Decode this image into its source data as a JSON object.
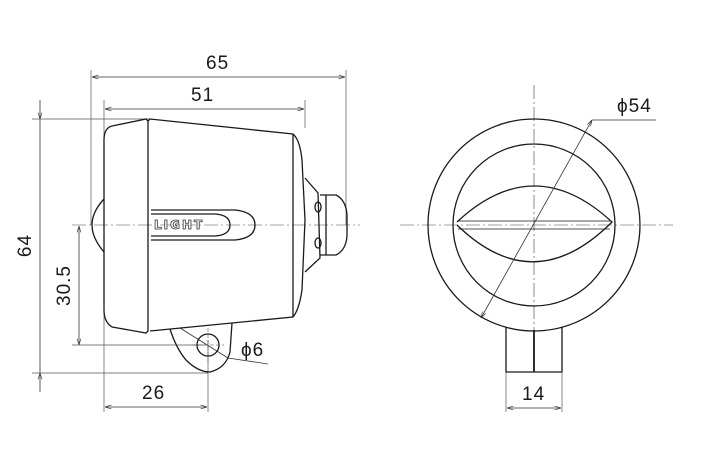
{
  "diagram": {
    "type": "technical-dimension-drawing",
    "subject": "bicycle light (side and front views)",
    "colors": {
      "line": "#1a1a1a",
      "dim_line": "#333333",
      "background": "#ffffff"
    },
    "side_view": {
      "logo_text": "LIGHT",
      "dimensions": {
        "overall_length": "65",
        "body_length": "51",
        "overall_height": "64",
        "mount_height": "30.5",
        "mount_offset": "26",
        "mount_hole": "ϕ6"
      }
    },
    "front_view": {
      "dimensions": {
        "diameter": "ϕ54",
        "mount_width": "14"
      }
    }
  }
}
